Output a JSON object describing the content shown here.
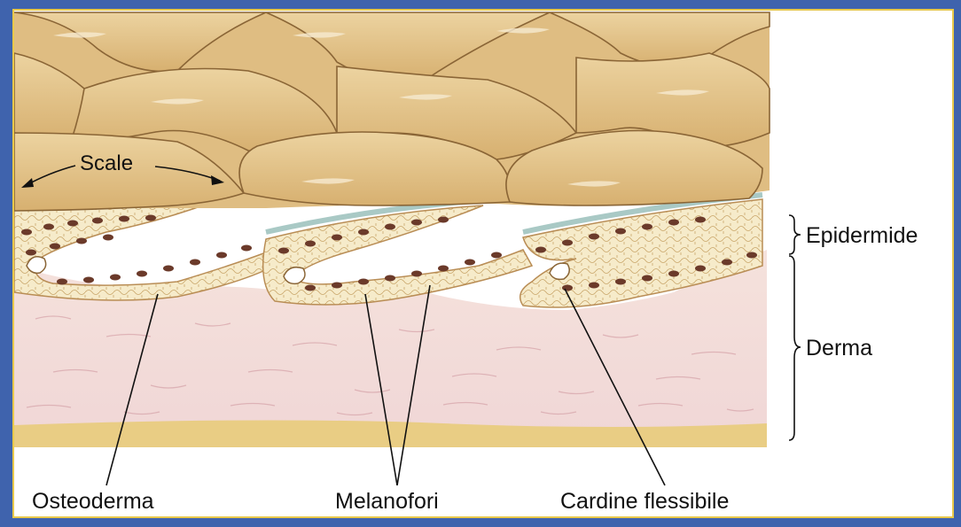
{
  "labels": {
    "scale": "Scale",
    "epidermide": "Epidermide",
    "derma": "Derma",
    "osteoderma": "Osteoderma",
    "melanofori": "Melanofori",
    "cardine": "Cardine flessibile"
  },
  "colors": {
    "frame": "#3f63ad",
    "frame_inner": "#e8c84a",
    "scale_fill": "#e3c189",
    "scale_outline": "#8a6536",
    "dermis": "#f3dede",
    "melanophore": "#6b3a2a",
    "osteoderm": "#f4e8c4"
  }
}
